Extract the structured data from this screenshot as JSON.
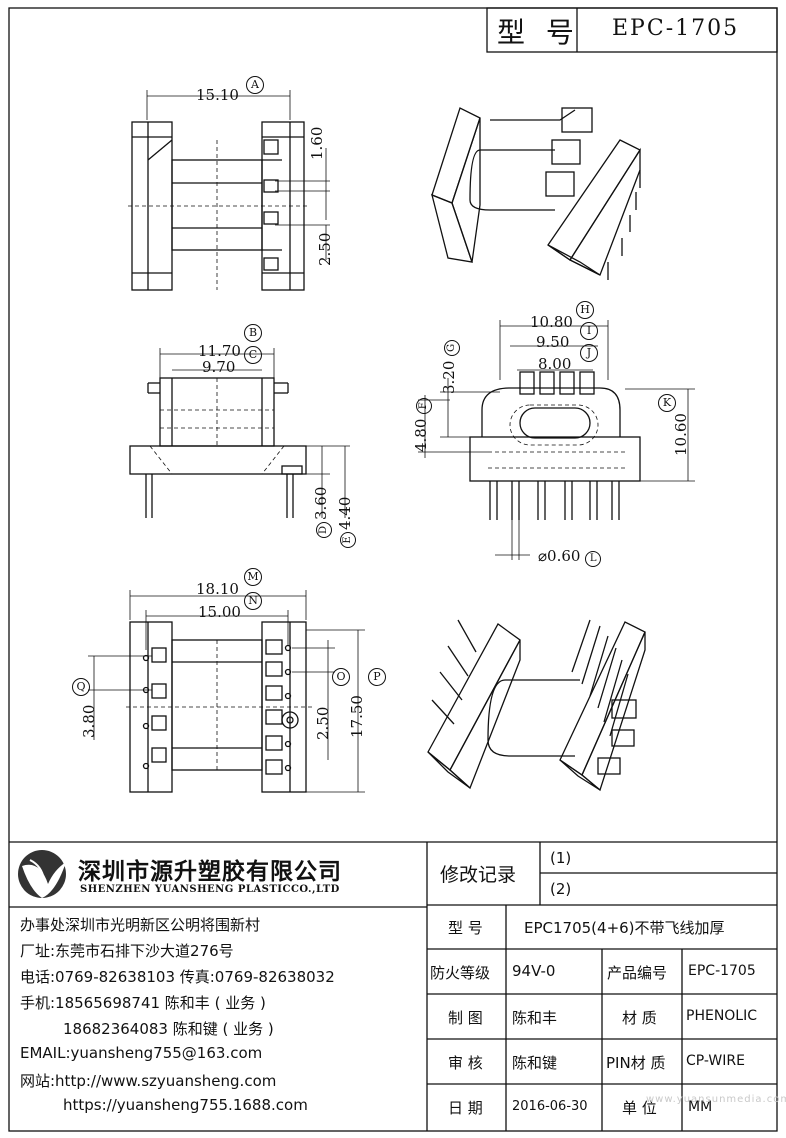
{
  "title_block": {
    "model_label": "型 号",
    "model_value": "EPC-1705"
  },
  "dims": {
    "A": "15.10",
    "A_tag": "A",
    "d160": "1.60",
    "d250_top": "2.50",
    "B": "11.70",
    "B_tag": "B",
    "C": "9.70",
    "C_tag": "C",
    "D": "3.60",
    "D_tag": "D",
    "E": "4.40",
    "E_tag": "E",
    "H": "10.80",
    "H_tag": "H",
    "I": "9.50",
    "I_tag": "I",
    "J": "8.00",
    "J_tag": "J",
    "G": "3.20",
    "G_tag": "G",
    "F": "4.80",
    "F_tag": "F",
    "K": "10.60",
    "K_tag": "K",
    "L": "⌀0.60",
    "L_tag": "L",
    "M": "18.10",
    "M_tag": "M",
    "N": "15.00",
    "N_tag": "N",
    "Q": "3.80",
    "Q_tag": "Q",
    "O": "2.50",
    "O_tag": "O",
    "P": "17.50",
    "P_tag": "P"
  },
  "company": {
    "name_cn": "深圳市源升塑胶有限公司",
    "name_en": "SHENZHEN YUANSHENG PLASTICCO.,LTD",
    "office": "办事处深圳市光明新区公明将围新村",
    "factory": "厂址:东莞市石排下沙大道276号",
    "phone": "电话:0769-82638103 传真:0769-82638032",
    "mobile1": "手机:18565698741 陈和丰 ( 业务 )",
    "mobile2": "18682364083 陈和键 ( 业务 )",
    "email": "EMAIL:yuansheng755@163.com",
    "web_label": "网站:http://www.szyuansheng.com",
    "web2": "https://yuansheng755.1688.com"
  },
  "revision": {
    "label": "修改记录",
    "r1": "(1)",
    "r2": "(2)"
  },
  "specs": {
    "model_label": "型 号",
    "model_value": "EPC1705(4+6)不带飞线加厚",
    "fire_label": "防火等级",
    "fire_value": "94V-0",
    "prodno_label": "产品编号",
    "prodno_value": "EPC-1705",
    "drawn_label": "制 图",
    "drawn_value": "陈和丰",
    "material_label": "材 质",
    "material_value": "PHENOLIC",
    "review_label": "审 核",
    "review_value": "陈和键",
    "pin_label": "PIN材 质",
    "pin_value": "CP-WIRE",
    "date_label": "日 期",
    "date_value": "2016-06-30",
    "unit_label": "单 位",
    "unit_value": "MM"
  },
  "watermark": "www.yuansunmedia.com"
}
